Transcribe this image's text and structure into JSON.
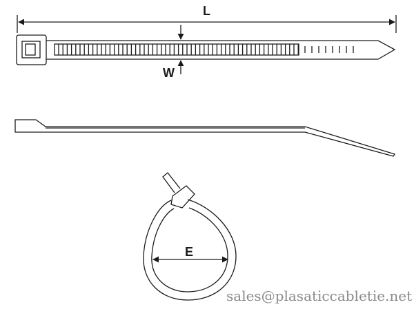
{
  "labels": {
    "length": "L",
    "width": "W",
    "diameter": "E"
  },
  "watermark": "sales@plasaticcabletie.net",
  "colors": {
    "line": "#1a1a1a",
    "watermark": "#8a8a8a",
    "background": "#ffffff"
  }
}
